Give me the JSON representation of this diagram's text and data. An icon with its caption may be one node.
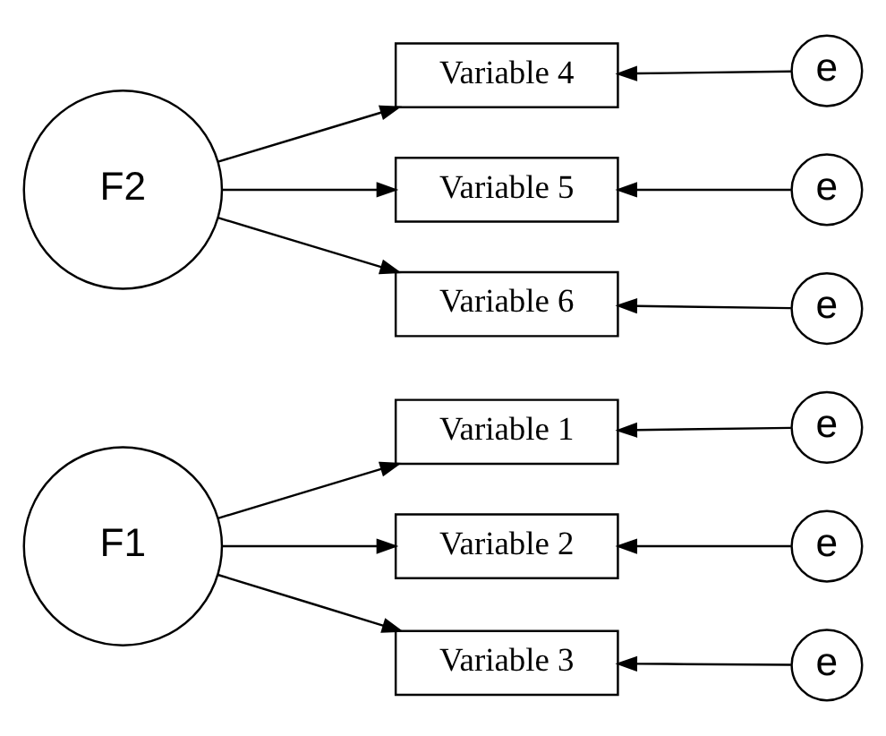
{
  "diagram": {
    "nodes": [
      {
        "text": [
          "F1"
        ]
      },
      {
        "text": [
          "F2"
        ]
      },
      {
        "text": [
          "Variable 1"
        ]
      },
      {
        "text": [
          "Variable 2"
        ]
      },
      {
        "text": [
          "Variable 3"
        ]
      },
      {
        "text": [
          "Variable 4"
        ]
      },
      {
        "text": [
          "Variable 5"
        ]
      },
      {
        "text": [
          "Variable 6"
        ]
      },
      {
        "text": [
          "e"
        ]
      },
      {
        "text": [
          "e"
        ]
      },
      {
        "text": [
          "e"
        ]
      },
      {
        "text": [
          "e"
        ]
      },
      {
        "text": [
          "e"
        ]
      },
      {
        "text": [
          "e"
        ]
      }
    ],
    "edges": [
      {
        "from": 0,
        "to": 2,
        "arrow": "to"
      },
      {
        "from": 0,
        "to": 3,
        "arrow": "to"
      },
      {
        "from": 0,
        "to": 4,
        "arrow": "to"
      },
      {
        "from": 1,
        "to": 5,
        "arrow": "to"
      },
      {
        "from": 1,
        "to": 6,
        "arrow": "to"
      },
      {
        "from": 1,
        "to": 7,
        "arrow": "to"
      },
      {
        "from": 8,
        "to": 2,
        "arrow": "to"
      },
      {
        "from": 9,
        "to": 3,
        "arrow": "to"
      },
      {
        "from": 10,
        "to": 4,
        "arrow": "to"
      },
      {
        "from": 11,
        "to": 5,
        "arrow": "to"
      },
      {
        "from": 12,
        "to": 6,
        "arrow": "to"
      },
      {
        "from": 13,
        "to": 7,
        "arrow": "to"
      }
    ]
  }
}
